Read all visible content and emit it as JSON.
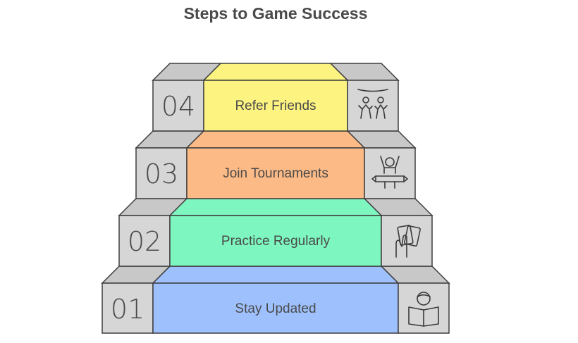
{
  "title": "Steps to Game Success",
  "steps": [
    {
      "number": "01",
      "label": "Stay Updated",
      "color": "#9EC1FE",
      "icon": "reading-book-icon"
    },
    {
      "number": "02",
      "label": "Practice Regularly",
      "color": "#7DF6BF",
      "icon": "hand-cards-icon"
    },
    {
      "number": "03",
      "label": "Join Tournaments",
      "color": "#FCBA86",
      "icon": "winner-banner-icon"
    },
    {
      "number": "04",
      "label": "Refer Friends",
      "color": "#FDF381",
      "icon": "two-people-icon"
    }
  ],
  "colors": {
    "gray_face": "#D6D6D6",
    "gray_top": "#C8C8C8",
    "outline": "#3F3F3F"
  }
}
